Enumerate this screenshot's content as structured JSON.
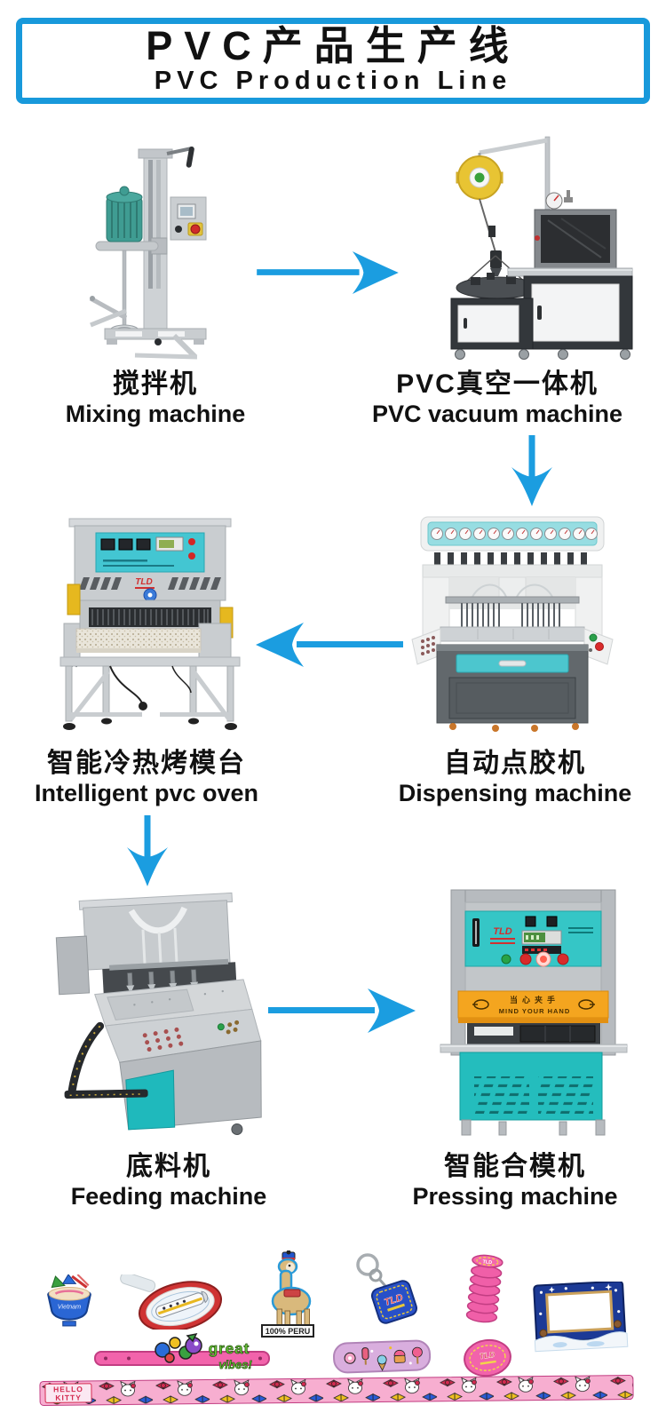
{
  "header": {
    "title_cn": "PVC产品生产线",
    "title_en": "PVC Production Line"
  },
  "brand": "TLD",
  "stations": [
    {
      "name_cn": "搅拌机",
      "name_en": "Mixing machine"
    },
    {
      "name_cn": "PVC真空一体机",
      "name_en": "PVC vacuum machine"
    },
    {
      "name_cn": "智能冷热烤模台",
      "name_en": "Intelligent pvc oven"
    },
    {
      "name_cn": "自动点胶机",
      "name_en": "Dispensing machine"
    },
    {
      "name_cn": "底料机",
      "name_en": "Feeding machine"
    },
    {
      "name_cn": "智能合模机",
      "name_en": "Pressing machine"
    }
  ],
  "pressing_machine": {
    "warning_cn": "当心夹手",
    "warning_en": "MIND YOUR HAND"
  },
  "products": {
    "bowl_text": "Vietnam",
    "llama_text": "100% PERU",
    "keychain_text": "TLD",
    "coaster_text": "TLD",
    "oval_patch_text": "TLD",
    "bracelet_line1": "great",
    "bracelet_line2": "vibes!",
    "belt_line1": "HELLO",
    "belt_line2": "KITTY"
  },
  "colors": {
    "accent_blue": "#1B9DE0",
    "title_border_blue": "#1899DB",
    "panel_cyan": "#43C6D2",
    "cabinet_teal": "#24BDBD",
    "warning_orange": "#F4A51F",
    "product_pink": "#F263AB"
  }
}
